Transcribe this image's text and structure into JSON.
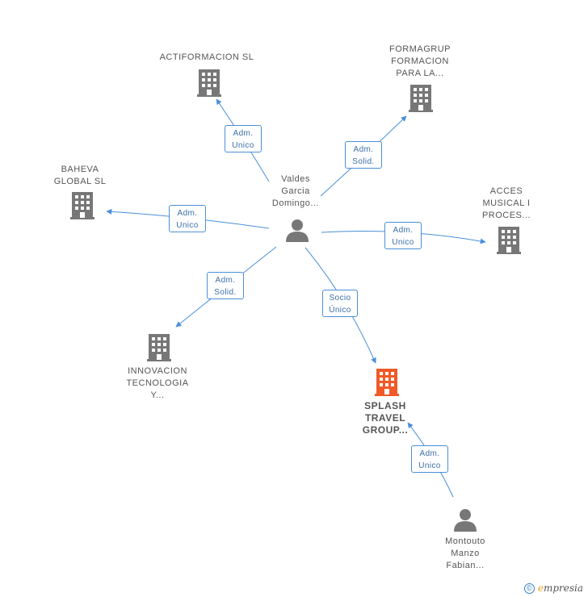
{
  "colors": {
    "edge": "#4a8fd9",
    "company": "#777777",
    "main_company": "#f05a28",
    "person": "#777777"
  },
  "center_person": {
    "lines": [
      "Valdes",
      "Garcia",
      "Domingo..."
    ],
    "icon": "person-icon"
  },
  "companies": [
    {
      "id": "actiformacion",
      "lines": [
        "ACTIFORMACION SL"
      ],
      "icon": "building-icon"
    },
    {
      "id": "formagrup",
      "lines": [
        "FORMAGRUP",
        "FORMACION",
        "PARA LA..."
      ],
      "icon": "building-icon"
    },
    {
      "id": "baheva",
      "lines": [
        "BAHEVA",
        "GLOBAL SL"
      ],
      "icon": "building-icon"
    },
    {
      "id": "acces",
      "lines": [
        "ACCES",
        "MUSICAL I",
        "PROCES..."
      ],
      "icon": "building-icon"
    },
    {
      "id": "innovacion",
      "lines": [
        "INNOVACION",
        "TECNOLOGIA",
        "Y..."
      ],
      "icon": "building-icon"
    },
    {
      "id": "splash",
      "lines": [
        "SPLASH",
        "TRAVEL",
        "GROUP..."
      ],
      "icon": "building-icon",
      "main": true
    }
  ],
  "other_person": {
    "lines": [
      "Montouto",
      "Manzo",
      "Fabian..."
    ],
    "icon": "person-icon"
  },
  "relations": [
    {
      "to": "actiformacion",
      "lines": [
        "Adm.",
        "Unico"
      ]
    },
    {
      "to": "formagrup",
      "lines": [
        "Adm.",
        "Solid."
      ]
    },
    {
      "to": "baheva",
      "lines": [
        "Adm.",
        "Unico"
      ]
    },
    {
      "to": "acces",
      "lines": [
        "Adm.",
        "Unico"
      ]
    },
    {
      "to": "innovacion",
      "lines": [
        "Adm.",
        "Solid."
      ]
    },
    {
      "to": "splash",
      "lines": [
        "Socio",
        "Único"
      ]
    },
    {
      "to": "splash-from-montouto",
      "lines": [
        "Adm.",
        "Unico"
      ]
    }
  ],
  "footer": {
    "copyright": "©",
    "brand_first": "e",
    "brand_rest": "mpresia"
  }
}
